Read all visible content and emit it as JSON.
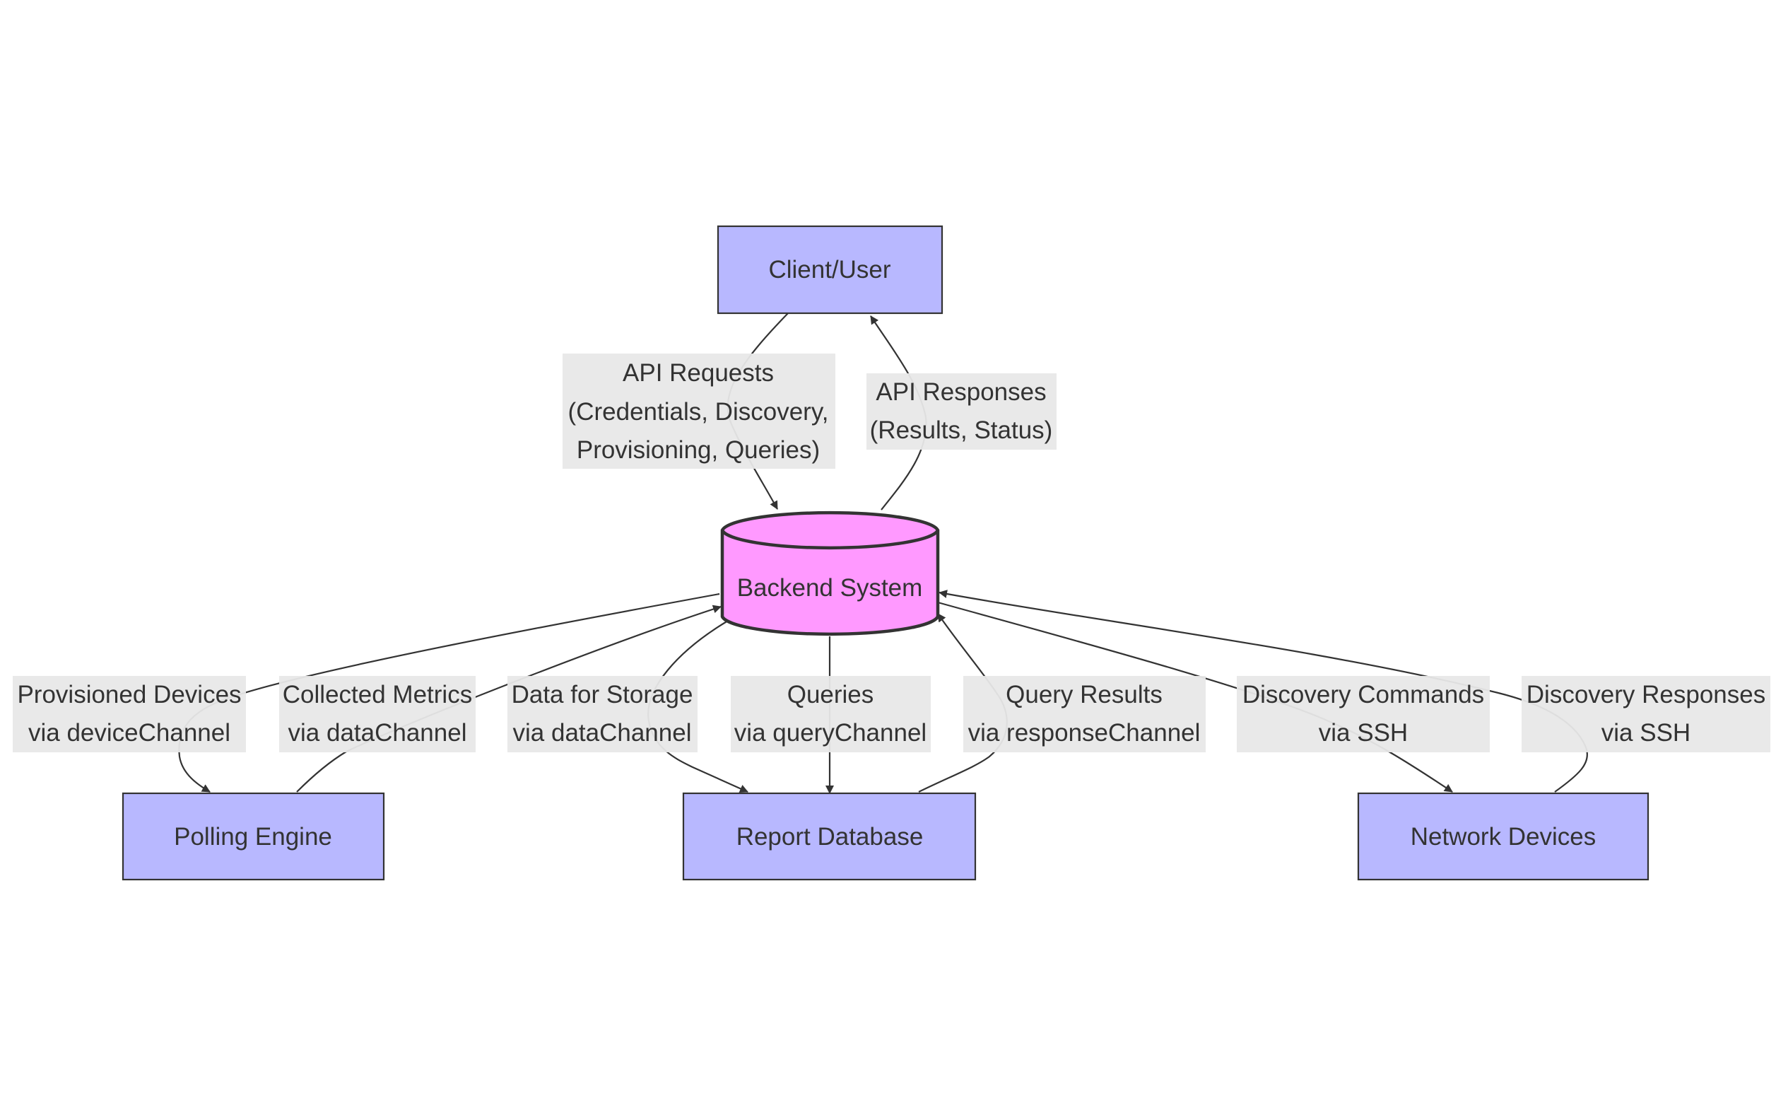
{
  "diagram": {
    "colors": {
      "node_fill": "#b8b8ff",
      "database_fill": "#ff99ff",
      "stroke": "#333333",
      "edge_label_bg": "#e8e8e8"
    },
    "nodes": {
      "client": "Client/User",
      "backend": "Backend System",
      "polling": "Polling Engine",
      "report": "Report Database",
      "network": "Network Devices"
    },
    "edges": {
      "api_requests": [
        "API Requests",
        "(Credentials, Discovery,",
        "Provisioning, Queries)"
      ],
      "api_responses": [
        "API Responses",
        "(Results, Status)"
      ],
      "provisioned": [
        "Provisioned Devices",
        "via deviceChannel"
      ],
      "collected": [
        "Collected Metrics",
        "via dataChannel"
      ],
      "storage": [
        "Data for Storage",
        "via dataChannel"
      ],
      "queries": [
        "Queries",
        "via queryChannel"
      ],
      "query_results": [
        "Query Results",
        "via responseChannel"
      ],
      "disc_commands": [
        "Discovery Commands",
        "via SSH"
      ],
      "disc_responses": [
        "Discovery Responses",
        "via SSH"
      ]
    }
  }
}
